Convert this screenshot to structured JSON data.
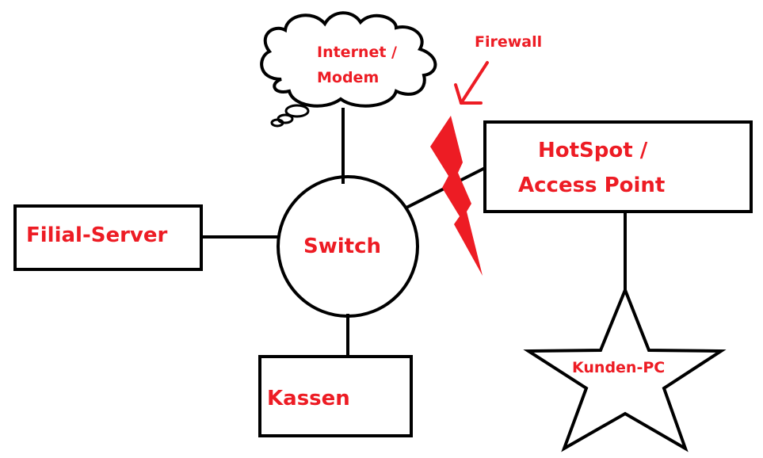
{
  "nodes": {
    "internet": {
      "line1": "Internet /",
      "line2": "Modem"
    },
    "firewall": "Firewall",
    "hotspot": {
      "line1": "HotSpot /",
      "line2": "Access Point"
    },
    "server": "Filial-Server",
    "switch": "Switch",
    "kassen": "Kassen",
    "kunden_pc": "Kunden-PC"
  },
  "colors": {
    "label": "#ed1c24",
    "stroke": "#000000",
    "lightning": "#ed1c24"
  }
}
